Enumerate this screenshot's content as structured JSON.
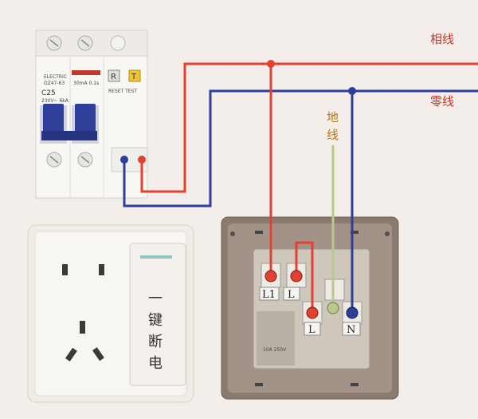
{
  "labels": {
    "phase": "相线",
    "neutral": "零线",
    "ground_1": "地",
    "ground_2": "线",
    "switch_1": "一",
    "switch_2": "键",
    "switch_3": "断",
    "switch_4": "电"
  },
  "terminals": {
    "l1": "L1",
    "l": "L",
    "l_out": "L",
    "n": "N"
  },
  "breaker": {
    "model": "C25",
    "r_button": "R",
    "t_button": "T"
  },
  "colors": {
    "phase": "#e2412f",
    "neutral": "#2f3f99",
    "ground": "#b9c98a",
    "background": "#f3eee9"
  }
}
